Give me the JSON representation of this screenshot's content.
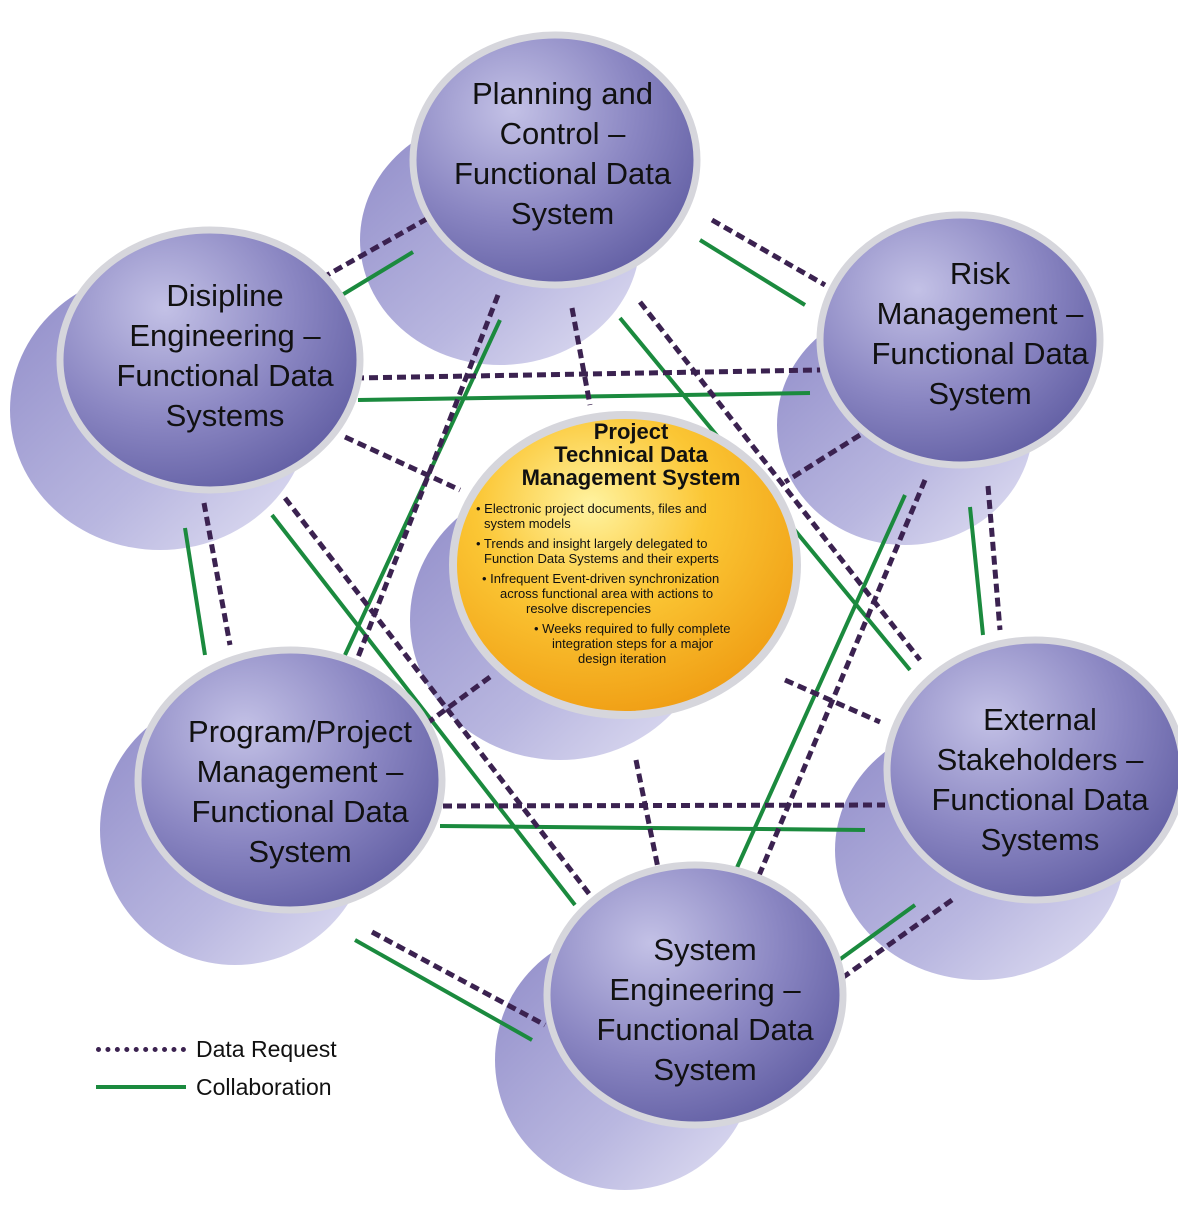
{
  "nodes": [
    {
      "id": "planning",
      "label": [
        "Planning and",
        "Control –",
        "Functional Data",
        "System"
      ]
    },
    {
      "id": "risk",
      "label": [
        "Risk",
        "Management –",
        "Functional Data",
        "System"
      ]
    },
    {
      "id": "external",
      "label": [
        "External",
        "Stakeholders –",
        "Functional Data",
        "Systems"
      ]
    },
    {
      "id": "syseng",
      "label": [
        "System",
        "Engineering –",
        "Functional Data",
        "System"
      ]
    },
    {
      "id": "program",
      "label": [
        "Program/Project",
        "Management –",
        "Functional Data",
        "System"
      ]
    },
    {
      "id": "discipline",
      "label": [
        "Disipline",
        "Engineering –",
        "Functional Data",
        "Systems"
      ]
    }
  ],
  "center": {
    "title": [
      "Project",
      "Technical Data",
      "Management System"
    ],
    "bullets": [
      [
        "• Electronic project documents, files and",
        "system models"
      ],
      [
        "• Trends and insight largely delegated to",
        "Function Data Systems and their experts"
      ],
      [
        "• Infrequent Event-driven synchronization",
        "across functional area with actions to",
        "resolve discrepencies"
      ],
      [
        "• Weeks required to fully complete",
        "integration steps for a major",
        "design iteration"
      ]
    ]
  },
  "legend": {
    "data_request": "Data Request",
    "collaboration": "Collaboration"
  },
  "colors": {
    "data_request": "#3b2250",
    "collaboration": "#1b8a3e",
    "node_face": "#7d79b7",
    "center_face": "#f6b41e"
  }
}
